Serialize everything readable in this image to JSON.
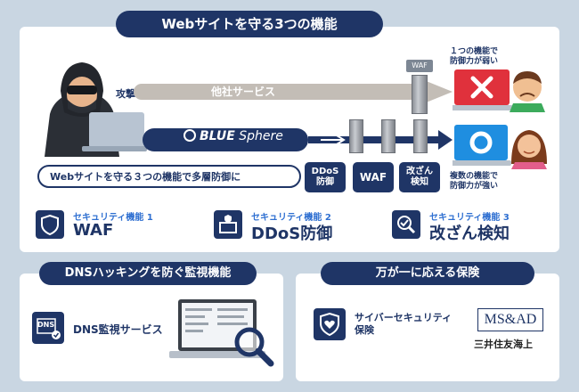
{
  "top": {
    "title": "Webサイトを守る3つの機能",
    "attacker_label": "攻撃者",
    "other_service_label": "他社サービス",
    "waf_small": "WAF",
    "weak_note": "１つの機能で\n防御力が弱い",
    "strong_note": "複数の機能で\n防御力が強い",
    "brand_bold": "BLUE",
    "brand_light": "Sphere",
    "multilayer_text": "Webサイトを守る３つの機能で多層防御に",
    "badges": [
      "DDoS\n防御",
      "WAF",
      "改ざん\n検知"
    ]
  },
  "features": [
    {
      "label": "セキュリティ機能 1",
      "name": "WAF",
      "icon": "shield-icon"
    },
    {
      "label": "セキュリティ機能 2",
      "name": "DDoS防御",
      "icon": "server-shield-icon"
    },
    {
      "label": "セキュリティ機能 3",
      "name": "改ざん検知",
      "icon": "magnifier-check-icon"
    }
  ],
  "dns": {
    "title": "DNSハッキングを防ぐ監視機能",
    "icon_text": "DNS",
    "service_label": "DNS監視サービス"
  },
  "insurance": {
    "title": "万が一に応える保険",
    "label": "サイバーセキュリティ\n保険",
    "logo_text": "MS&AD",
    "company": "三井住友海上"
  },
  "colors": {
    "navy": "#1f3566",
    "accent_blue": "#2e6fd1",
    "alert_red": "#e0313c",
    "ok_blue": "#1f8ee0"
  }
}
